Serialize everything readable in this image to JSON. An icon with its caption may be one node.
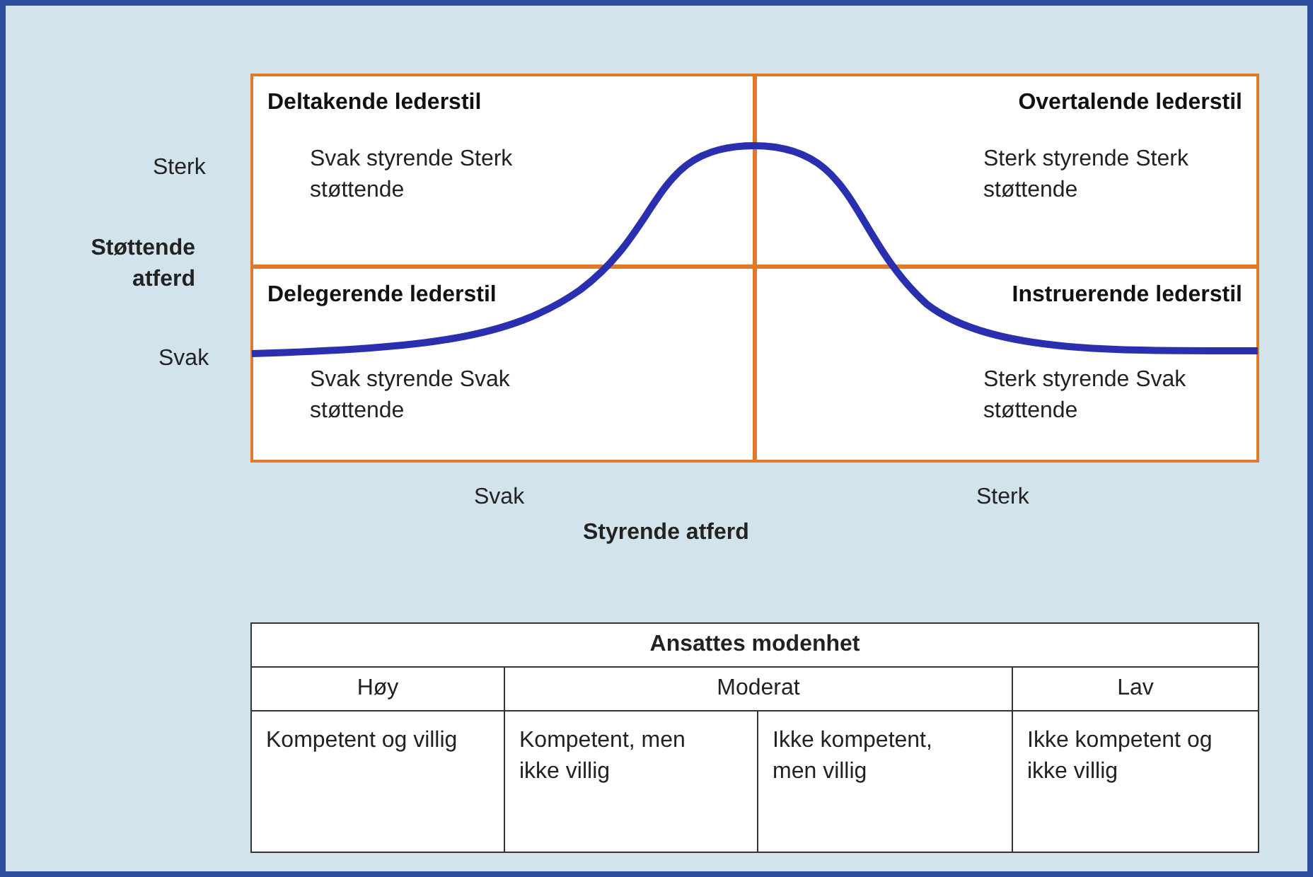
{
  "diagram": {
    "nodes": [
      {
        "text": [
          "Deltakende lederstil",
          "Svak styrende Sterk støttende"
        ]
      },
      {
        "text": [
          "Overtalende lederstil",
          "Sterk styrende Sterk støttende"
        ]
      },
      {
        "text": [
          "Delegerende lederstil",
          "Svak styrende Svak støttende"
        ]
      },
      {
        "text": [
          "Instruerende lederstil",
          "Sterk styrende Svak støttende"
        ]
      }
    ],
    "labels": [
      "Sterk",
      "Støttende atferd",
      "Svak",
      "Svak",
      "Sterk",
      "Styrende atferd",
      "Ansattes modenhet",
      "Høy",
      "Moderat",
      "Lav",
      "Kompetent og villig",
      "Kompetent, men ikke villig",
      "Ikke kompetent, men villig",
      "Ikke kompetent og ikke villig"
    ]
  }
}
